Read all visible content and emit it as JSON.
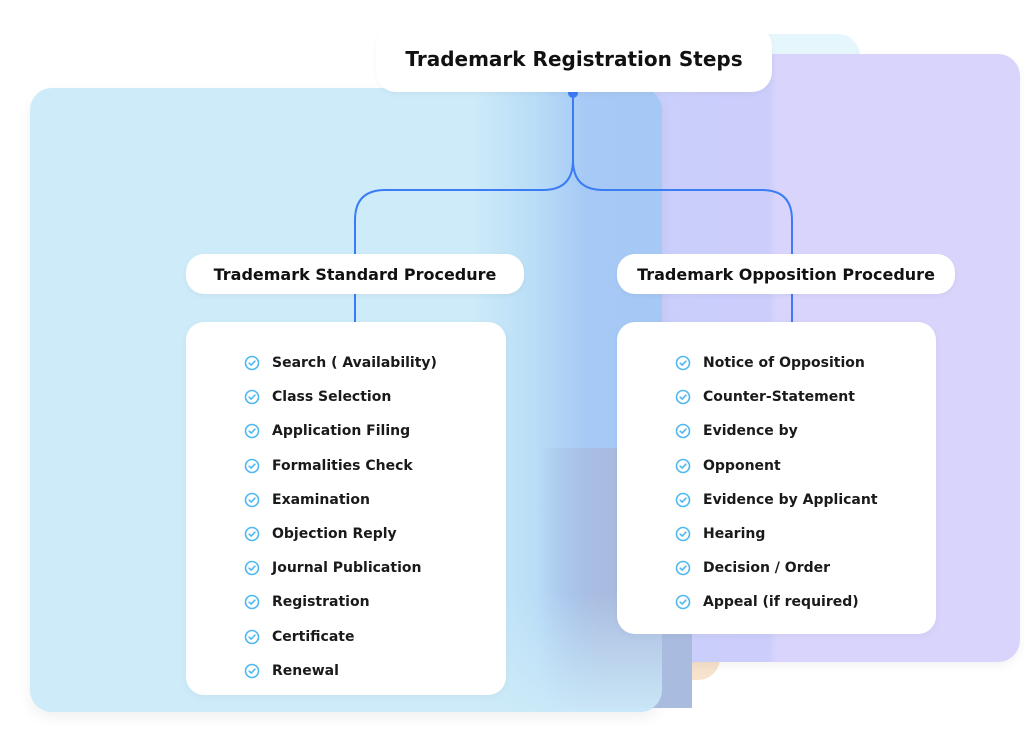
{
  "diagram": {
    "title": "Trademark Registration Steps",
    "accent_color": "#3b7cf5",
    "check_color": "#4fb8f0",
    "branches": [
      {
        "heading": "Trademark Standard Procedure",
        "items": [
          "Search ( Availability)",
          "Class Selection",
          "Application Filing",
          "Formalities Check",
          "Examination",
          "Objection Reply",
          "Journal Publication",
          "Registration",
          "Certificate",
          "Renewal"
        ]
      },
      {
        "heading": "Trademark Opposition Procedure",
        "items": [
          "Notice of Opposition",
          "Counter-Statement",
          "Evidence by",
          "Opponent",
          "Evidence by Applicant",
          "Hearing",
          "Decision / Order",
          "Appeal (if required)"
        ]
      }
    ]
  }
}
